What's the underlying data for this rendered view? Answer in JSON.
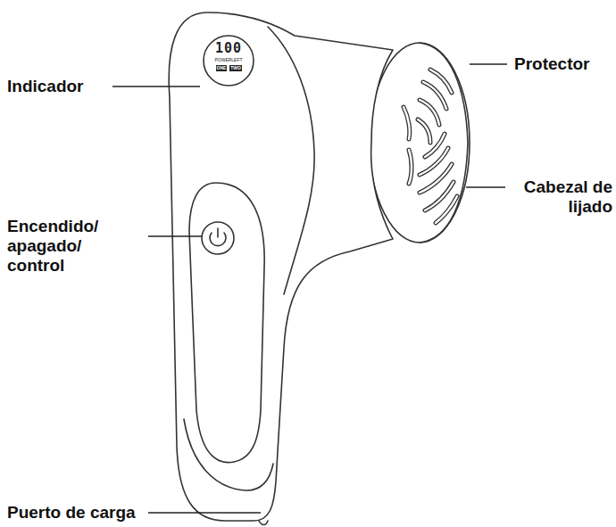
{
  "diagram": {
    "labels": [
      "Indicador",
      "Protector",
      "Encendido/ apagado/ control",
      "Cabezal de lijado",
      "Puerto de carga",
      "100",
      "POWERLEFT",
      "ONE",
      "TWO"
    ]
  }
}
